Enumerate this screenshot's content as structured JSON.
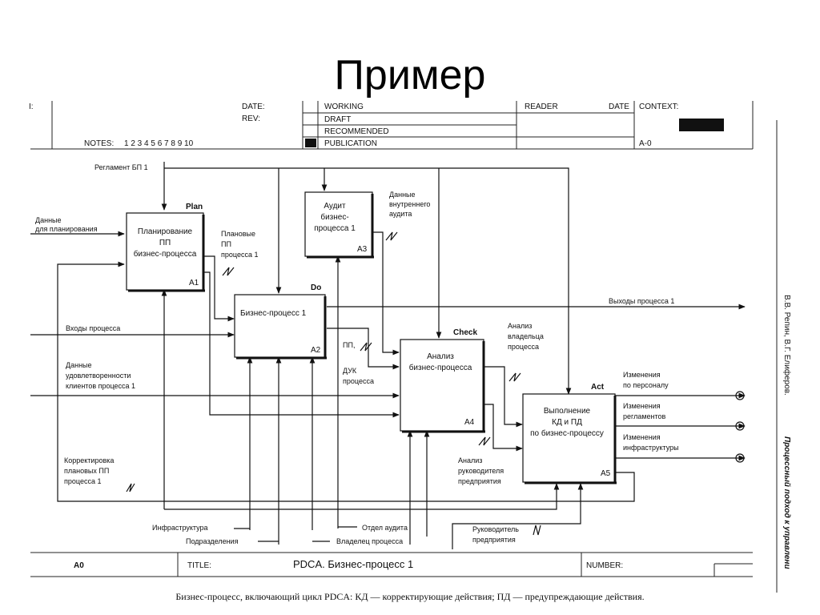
{
  "slide_title": "Пример",
  "header": {
    "corner": "I:",
    "date_label": "DATE:",
    "rev_label": "REV:",
    "notes_label": "NOTES:",
    "notes_numbers": "1 2 3 4 5 6 7 8 9 10",
    "status_working": "WORKING",
    "status_draft": "DRAFT",
    "status_recommended": "RECOMMENDED",
    "status_publication": "PUBLICATION",
    "reader_label": "READER",
    "date2_label": "DATE",
    "context_label": "CONTEXT:",
    "node_ref": "A-0"
  },
  "boxes": {
    "a1": {
      "tag": "Plan",
      "lines": [
        "Планирование",
        "ПП",
        "бизнес-процесса"
      ],
      "id": "A1"
    },
    "a2": {
      "tag": "Do",
      "lines": [
        "Бизнес-процесс 1"
      ],
      "id": "A2"
    },
    "a3": {
      "tag": "",
      "lines": [
        "Аудит",
        "бизнес-",
        "процесса 1"
      ],
      "id": "A3"
    },
    "a4": {
      "tag": "Check",
      "lines": [
        "Анализ",
        "бизнес-процесса"
      ],
      "id": "A4"
    },
    "a5": {
      "tag": "Act",
      "lines": [
        "Выполнение",
        "КД и ПД",
        "по бизнес-процессу"
      ],
      "id": "A5"
    }
  },
  "labels": {
    "reglament": "Регламент БП 1",
    "plan_data": [
      "Данные",
      "для планирования"
    ],
    "planned_pp": [
      "Плановые",
      "ПП",
      "процесса 1"
    ],
    "internal_audit": [
      "Данные",
      "внутреннего",
      "аудита"
    ],
    "process_outputs": "Выходы процесса 1",
    "process_inputs": "Входы процесса",
    "pp": "ПП,",
    "duk": [
      "ДУК",
      "процесса"
    ],
    "satisfaction": [
      "Данные",
      "удовлетворенности",
      "клиентов процесса 1"
    ],
    "owner_analysis": [
      "Анализ",
      "владельца",
      "процесса"
    ],
    "personnel_changes": [
      "Изменения",
      "по персоналу"
    ],
    "reglament_changes": [
      "Изменения",
      "регламентов"
    ],
    "infra_changes": [
      "Изменения",
      "инфраструктуры"
    ],
    "correction": [
      "Корректировка",
      "плановых ПП",
      "процесса 1"
    ],
    "manager_analysis": [
      "Анализ",
      "руководителя",
      "предприятия"
    ],
    "infrastructure": "Инфраструктура",
    "departments": "Подразделения",
    "audit_dept": "Отдел аудита",
    "process_owner": "Владелец процесса",
    "enterprise_head": [
      "Руководитель",
      "предприятия"
    ]
  },
  "footer": {
    "node": "A0",
    "title_label": "TITLE:",
    "title": "PDCA. Бизнес-процесс 1",
    "number_label": "NUMBER:"
  },
  "side_text": {
    "authors": "В.В. Репин, В.Г. Елиферов.",
    "book": "Процессный подход к управлени"
  },
  "caption": "Бизнес-процесс, включающий цикл PDCA: КД — корректирующие действия; ПД — предупреждающие действия."
}
